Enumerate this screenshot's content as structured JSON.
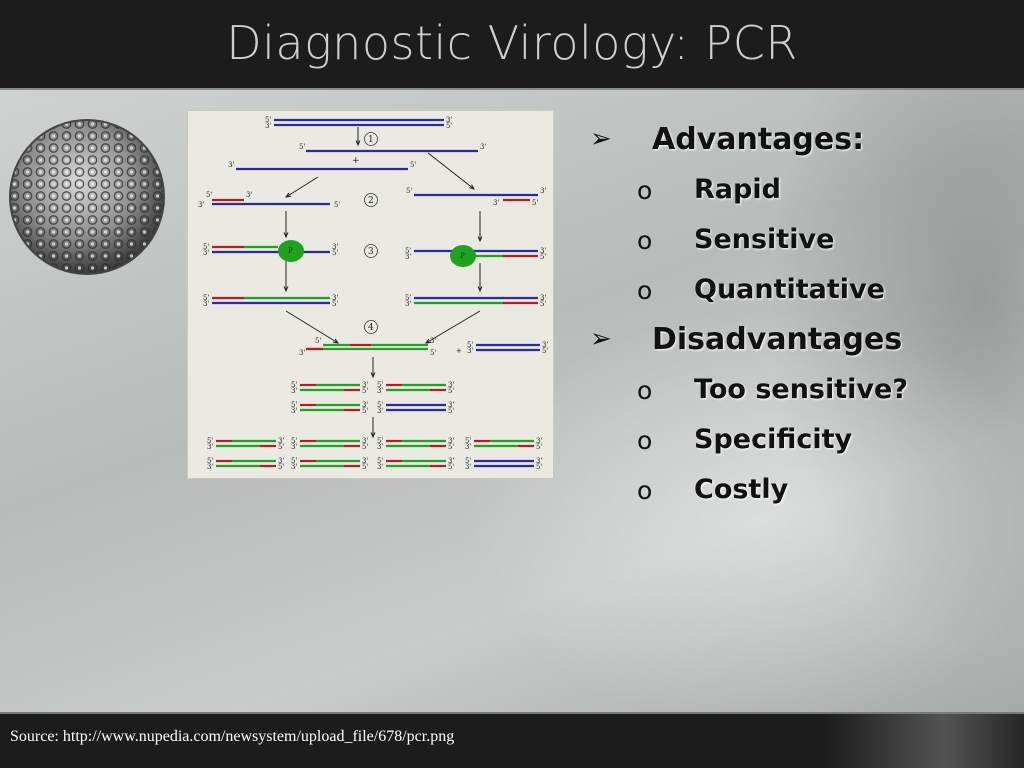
{
  "title": "Diagnostic Virology: PCR",
  "bullets": [
    {
      "label": "Advantages:",
      "items": [
        "Rapid",
        "Sensitive",
        "Quantitative"
      ]
    },
    {
      "label": "Disadvantages",
      "items": [
        "Too sensitive?",
        "Specificity",
        "Costly"
      ]
    }
  ],
  "bullet_glyphs": {
    "level1": "➢",
    "level2": "o"
  },
  "source": "Source: http://www.nupedia.com/newsystem/upload_file/678/pcr.png",
  "diagram": {
    "steps": [
      "1",
      "2",
      "3",
      "4"
    ],
    "end_labels": {
      "five": "5'",
      "three": "3'"
    },
    "polymerase_label": "P",
    "plus": "+"
  },
  "colors": {
    "template_strand": "#2a2aa8",
    "primer": "#b02020",
    "new_strand": "#22a022",
    "polymerase": "#1fa31f",
    "title_bar": "#1c1c1c"
  }
}
